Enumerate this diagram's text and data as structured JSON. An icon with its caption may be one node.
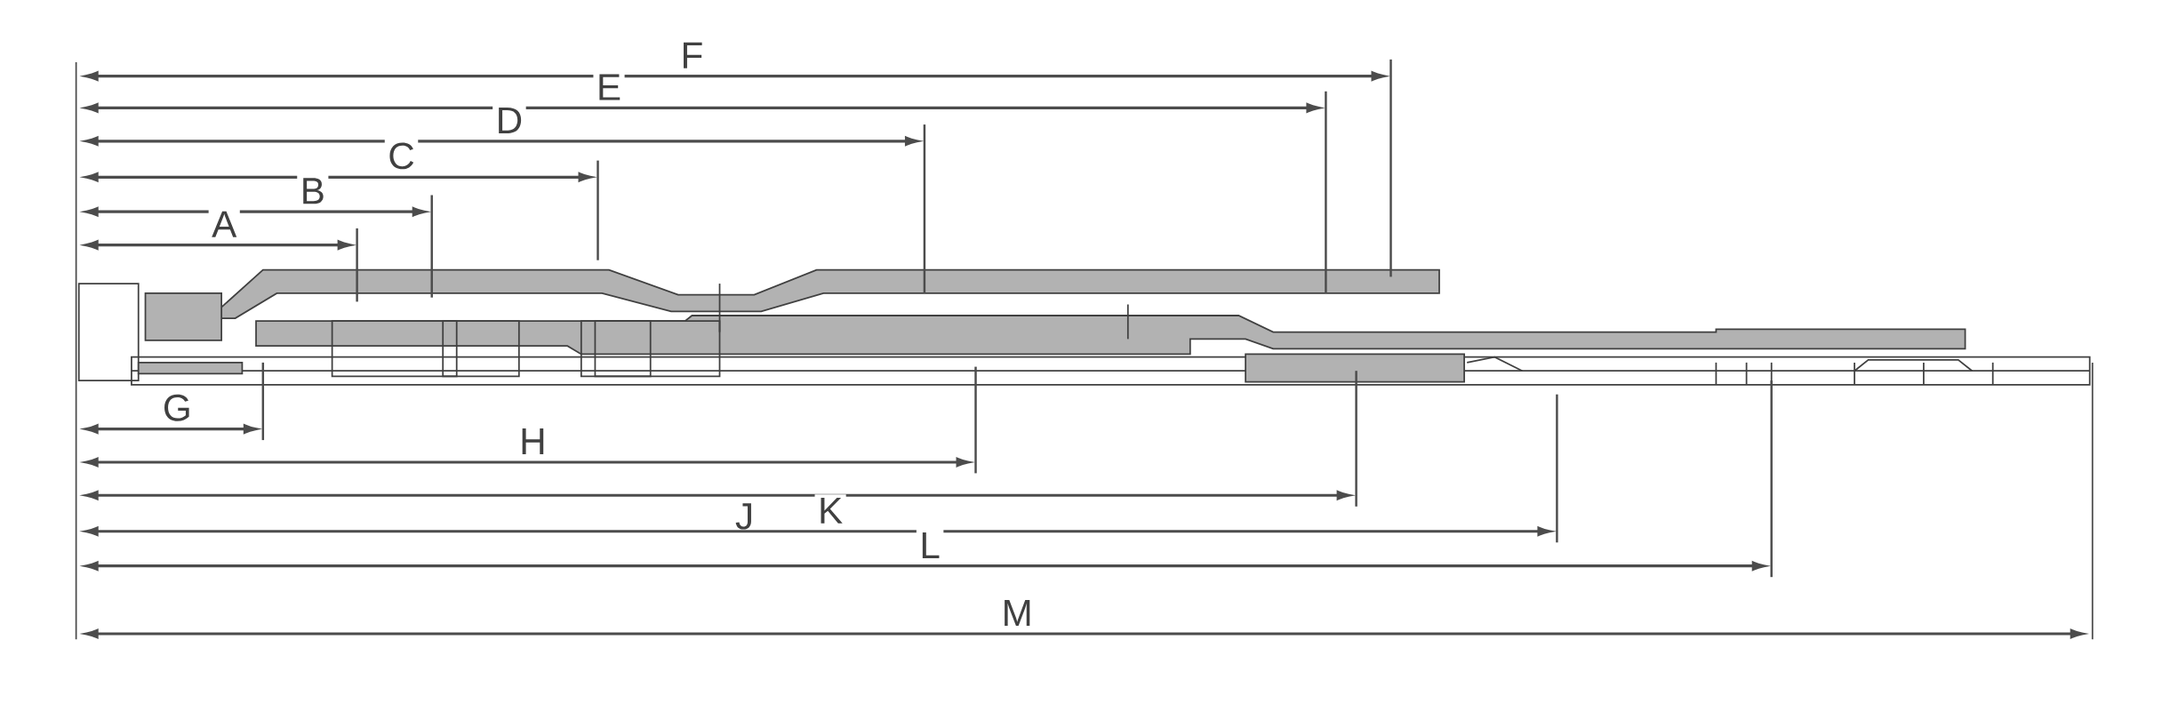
{
  "diagram": {
    "labels": [
      "F",
      "E",
      "D",
      "C",
      "B",
      "A",
      "G",
      "H",
      "J",
      "K",
      "L",
      "M"
    ]
  }
}
